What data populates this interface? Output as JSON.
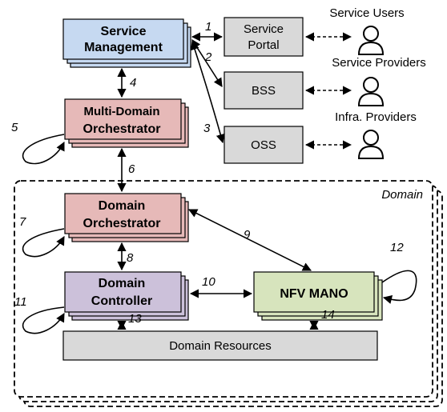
{
  "nodes": {
    "service_management": {
      "line1": "Service",
      "line2": "Management",
      "color": "#c6d9f1"
    },
    "multi_domain_orchestrator": {
      "line1": "Multi-Domain",
      "line2": "Orchestrator",
      "color": "#e6b9b8"
    },
    "domain_orchestrator": {
      "line1": "Domain",
      "line2": "Orchestrator",
      "color": "#e6b9b8"
    },
    "domain_controller": {
      "line1": "Domain",
      "line2": "Controller",
      "color": "#ccc1da"
    },
    "nfv_mano": {
      "label": "NFV MANO",
      "color": "#d7e4bd"
    },
    "service_portal": {
      "line1": "Service",
      "line2": "Portal",
      "color": "#d9d9d9"
    },
    "bss": {
      "label": "BSS",
      "color": "#d9d9d9"
    },
    "oss": {
      "label": "OSS",
      "color": "#d9d9d9"
    },
    "domain_resources": {
      "label": "Domain Resources",
      "color": "#d9d9d9"
    }
  },
  "actors": {
    "service_users": "Service Users",
    "service_providers": "Service Providers",
    "infra_providers": "Infra. Providers"
  },
  "domain_label": "Domain",
  "interfaces": [
    "1",
    "2",
    "3",
    "4",
    "5",
    "6",
    "7",
    "8",
    "9",
    "10",
    "11",
    "12",
    "13",
    "14"
  ]
}
